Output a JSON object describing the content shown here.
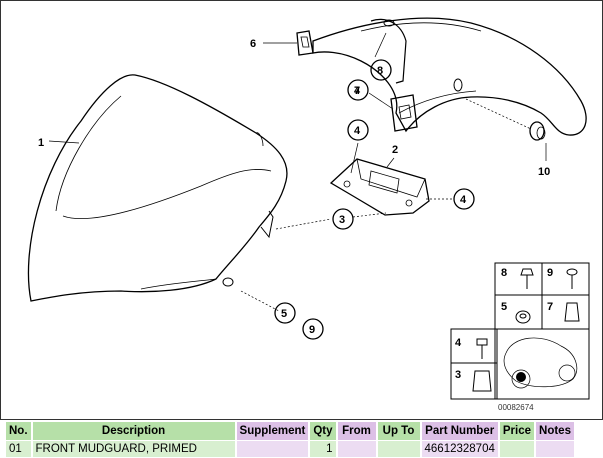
{
  "diagram": {
    "callouts": [
      "1",
      "2",
      "3",
      "4",
      "4",
      "4",
      "5",
      "6",
      "7",
      "8",
      "9",
      "10"
    ],
    "inset_labels": [
      "8",
      "9",
      "5",
      "7",
      "4",
      "3"
    ],
    "reference_code": "00082674"
  },
  "table": {
    "headers": [
      "No.",
      "Description",
      "Supplement",
      "Qty",
      "From",
      "Up To",
      "Part Number",
      "Price",
      "Notes"
    ],
    "rows": [
      {
        "no": "01",
        "description": "FRONT MUDGUARD, PRIMED",
        "supplement": "",
        "qty": "1",
        "from": "",
        "up_to": "",
        "part_number": "46612328704",
        "price": "",
        "notes": ""
      }
    ]
  },
  "colors": {
    "header_green": "#b6e0a8",
    "header_pink": "#dcc0e6",
    "cell_green": "#d8efd0",
    "cell_pink": "#ecdcf2"
  }
}
